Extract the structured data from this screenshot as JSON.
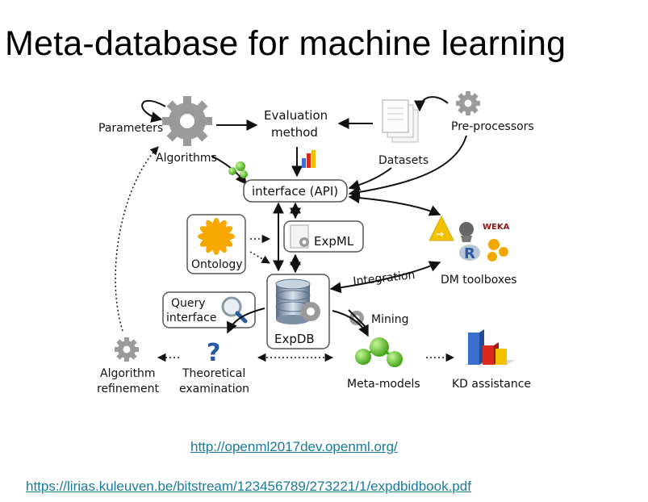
{
  "title": "Meta-database for machine learning",
  "diagram": {
    "parameters": "Parameters",
    "algorithms": "Algorithms",
    "evaluation_line1": "Evaluation",
    "evaluation_line2": "method",
    "datasets": "Datasets",
    "preprocessors": "Pre-processors",
    "interface_api": "interface (API)",
    "ontology": "Ontology",
    "expml": "ExpML",
    "integration": "Integration",
    "dm_toolboxes": "DM toolboxes",
    "weka": "WEKA",
    "r_logo": "R",
    "query_line1": "Query",
    "query_line2": "interface",
    "expdb": "ExpDB",
    "mining": "Mining",
    "algorithm_refinement_line1": "Algorithm",
    "algorithm_refinement_line2": "refinement",
    "theoretical_line1": "Theoretical",
    "theoretical_line2": "examination",
    "meta_models": "Meta-models",
    "kd_assistance": "KD assistance",
    "question_mark": "?"
  },
  "links": {
    "openml": "http://openml2017dev.openml.org/",
    "expdb_book": "https://lirias.kuleuven.be/bitstream/123456789/273221/1/expdbidbook.pdf"
  },
  "colors": {
    "link": "#1a7a99",
    "gear": "#9a9a9a",
    "green_molecule": "#5cc420",
    "ontology_star": "#f6a800",
    "bar_red": "#d92a1c",
    "bar_blue": "#3a6fd0",
    "bar_yellow": "#f2c200"
  }
}
